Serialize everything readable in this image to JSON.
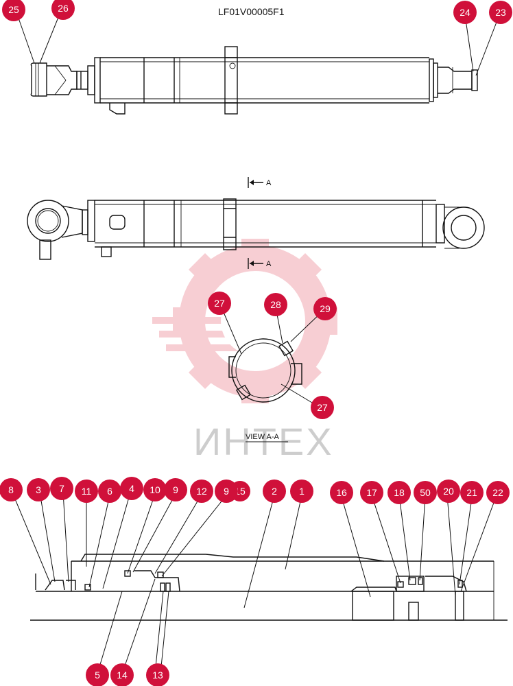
{
  "drawing": {
    "title": "LF01V00005F1",
    "section_label": "A",
    "view_label": "VIEW  A-A",
    "watermark_text": "ИНТЕХ",
    "colors": {
      "callout": "#d0103a",
      "line": "#111111",
      "watermark": "#f7c9cf"
    }
  },
  "callouts": [
    {
      "id": "c25",
      "label": "25"
    },
    {
      "id": "c26",
      "label": "26"
    },
    {
      "id": "c24",
      "label": "24"
    },
    {
      "id": "c23",
      "label": "23"
    },
    {
      "id": "c27a",
      "label": "27"
    },
    {
      "id": "c28",
      "label": "28"
    },
    {
      "id": "c29",
      "label": "29"
    },
    {
      "id": "c27b",
      "label": "27"
    },
    {
      "id": "c8",
      "label": "8"
    },
    {
      "id": "c3",
      "label": "3"
    },
    {
      "id": "c7",
      "label": "7"
    },
    {
      "id": "c11",
      "label": "11"
    },
    {
      "id": "c6",
      "label": "6"
    },
    {
      "id": "c4",
      "label": "4"
    },
    {
      "id": "c10",
      "label": "10"
    },
    {
      "id": "c9a",
      "label": "9"
    },
    {
      "id": "c12",
      "label": "12"
    },
    {
      "id": "c9b",
      "label": "9"
    },
    {
      "id": "c15",
      "label": "15"
    },
    {
      "id": "c2",
      "label": "2"
    },
    {
      "id": "c1",
      "label": "1"
    },
    {
      "id": "c16",
      "label": "16"
    },
    {
      "id": "c17",
      "label": "17"
    },
    {
      "id": "c18",
      "label": "18"
    },
    {
      "id": "c50",
      "label": "50"
    },
    {
      "id": "c20",
      "label": "20"
    },
    {
      "id": "c21",
      "label": "21"
    },
    {
      "id": "c22",
      "label": "22"
    },
    {
      "id": "c5",
      "label": "5"
    },
    {
      "id": "c14",
      "label": "14"
    },
    {
      "id": "c13",
      "label": "13"
    }
  ]
}
